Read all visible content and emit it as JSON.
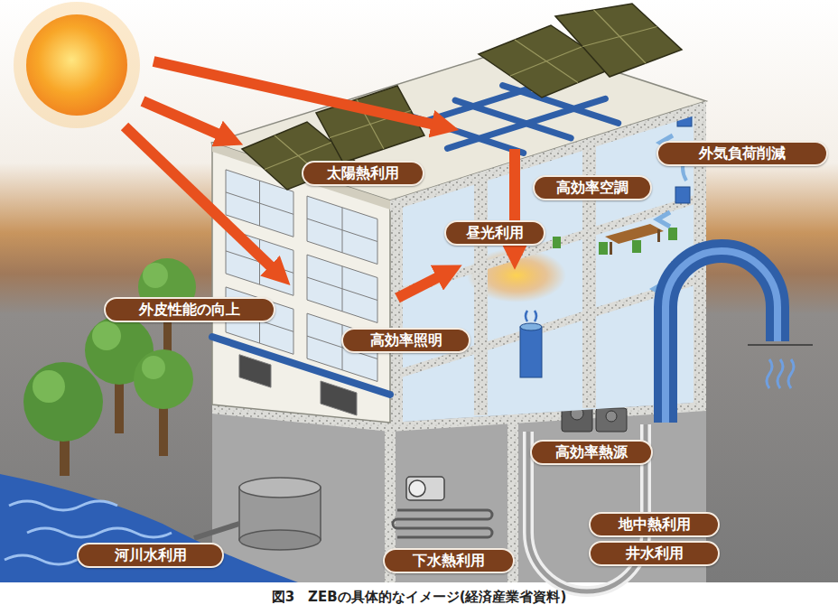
{
  "diagram": {
    "caption": "図3　ZEBの具体的なイメージ(経済産業省資料)",
    "nodes": [
      {
        "text": [
          "外気負荷削減"
        ]
      },
      {
        "text": [
          "太陽熱利用"
        ]
      },
      {
        "text": [
          "高効率空調"
        ]
      },
      {
        "text": [
          "昼光利用"
        ]
      },
      {
        "text": [
          "外皮性能の向上"
        ]
      },
      {
        "text": [
          "高効率照明"
        ]
      },
      {
        "text": [
          "高効率熱源"
        ]
      },
      {
        "text": [
          "地中熱利用"
        ]
      },
      {
        "text": [
          "井水利用"
        ]
      },
      {
        "text": [
          "河川水利用"
        ]
      },
      {
        "text": [
          "下水熱利用"
        ]
      }
    ]
  }
}
